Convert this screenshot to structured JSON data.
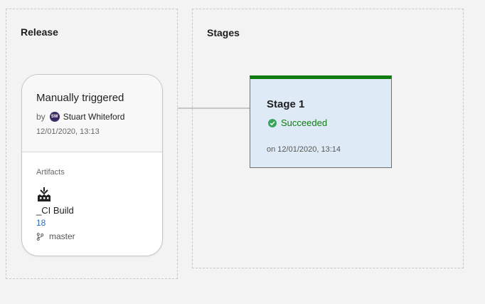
{
  "release": {
    "title": "Release",
    "card": {
      "trigger_title": "Manually triggered",
      "by_label": "by",
      "user": {
        "initials": "SW",
        "name": "Stuart Whiteford"
      },
      "date": "12/01/2020, 13:13",
      "artifacts_label": "Artifacts",
      "artifact": {
        "icon": "build-pipeline-icon",
        "name": "_CI Build",
        "version": "18",
        "branch_icon": "branch-icon",
        "branch": "master"
      }
    }
  },
  "stages": {
    "title": "Stages",
    "items": [
      {
        "name": "Stage 1",
        "status_icon": "check-circle-icon",
        "status": "Succeeded",
        "time": "on 12/01/2020, 13:14"
      }
    ]
  },
  "colors": {
    "succeeded": "#107c10",
    "stage_background": "#deebf7",
    "avatar": "#3b2a63",
    "link": "#2b6cb0"
  }
}
